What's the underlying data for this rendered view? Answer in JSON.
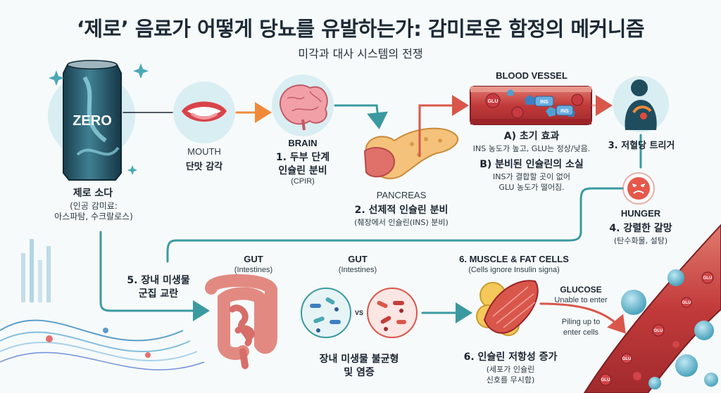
{
  "title": "‘제로’ 음료가 어떻게 당뇨를 유발하는가: 감미로운 함정의 메커니즘",
  "subtitle": "미각과 대사 시스템의 전쟁",
  "soda": {
    "can_text": "ZERO",
    "title": "제로 소다",
    "desc_line1": "(인공 감미료:",
    "desc_line2": "아스파탐, 수크랄로스)"
  },
  "mouth": {
    "title_en": "MOUTH",
    "desc": "단맛 감각"
  },
  "brain": {
    "title_en": "BRAIN",
    "step_line1": "1. 두부 단계",
    "step_line2": "인슐린 분비",
    "abbr": "(CPIR)"
  },
  "pancreas": {
    "title_en": "PANCREAS",
    "step": "2. 선제적 인슐린 분비",
    "desc": "(췌장에서 인슐린(INS) 분비)"
  },
  "vessel": {
    "title_en": "BLOOD VESSEL",
    "a_title": "A) 초기 효과",
    "a_desc": "INS 농도가 높고, GLU는 정상/낮음.",
    "b_title": "B) 분비된 인슐린의 소실",
    "b_desc_line1": "INS가 결합할 곳이 없어",
    "b_desc_line2": "GLU 농도가 떨어짐.",
    "glu_tag": "GLU",
    "ins_tag": "INS"
  },
  "hypoglycemia": {
    "title": "3. 저혈당 트리거"
  },
  "hunger": {
    "title_en": "HUNGER",
    "step": "4. 강렬한 갈망",
    "desc": "(탄수화물, 설탕)"
  },
  "microbiome": {
    "step_line1": "5. 장내 미생물",
    "step_line2": "군집 교란"
  },
  "gut1": {
    "title_en": "GUT",
    "sub": "(Intestines)"
  },
  "gut2": {
    "title_en": "GUT",
    "sub": "(Intestines)"
  },
  "vs": "VS",
  "dysbiosis": {
    "line1": "장내 미생물 불균형",
    "line2": "및 염증"
  },
  "muscle": {
    "title": "6. MUSCLE & FAT CELLS",
    "sub": "(Cells ignore Insulin signa)"
  },
  "glucose": {
    "title": "GLUCOSE",
    "sub": "Unable to enter",
    "pile_line1": "Piling up to",
    "pile_line2": "enter cells",
    "tag": "GLU"
  },
  "resistance": {
    "step": "6. 인슐린 저항성 증가",
    "desc_line1": "(세포가 인슐린",
    "desc_line2": "신호를 무시함)"
  },
  "colors": {
    "teal_arrow": "#3a9aa0",
    "orange_arrow": "#f08a3a",
    "red_arrow": "#d9574a",
    "can": "#1f4d5e",
    "blood": "#c23a3a"
  }
}
